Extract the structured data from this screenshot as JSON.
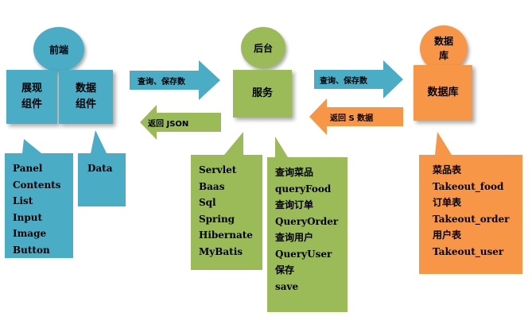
{
  "frontend": {
    "title": "前端",
    "view_component": "展现组件",
    "data_component": "数据组件",
    "view_items": [
      "Panel",
      "Contents",
      "List",
      "Input",
      "Image",
      "Button"
    ],
    "data_items": [
      "Data"
    ]
  },
  "backend": {
    "title": "后台",
    "service": "服务",
    "tech_items": [
      "Servlet",
      "Baas",
      "Sql",
      "Spring",
      "Hibernate",
      "MyBatis"
    ],
    "api_items": [
      "查询菜品",
      "queryFood",
      "查询订单",
      "QueryOrder",
      "查询用户",
      "QueryUser",
      "保存",
      "save"
    ]
  },
  "database": {
    "title": "数据库",
    "box": "数据库",
    "tables": [
      "菜品表",
      "Takeout_food",
      "订单表",
      "Takeout_order",
      "用户表",
      "Takeout_user"
    ]
  },
  "arrows": {
    "front_to_back": "查询、保存数",
    "back_to_front": "返回 JSON",
    "back_to_db": "查询、保存数",
    "db_to_back": "返回 S 数据"
  },
  "colors": {
    "blue": "#4bacc6",
    "green": "#9bbb59",
    "orange": "#f79646"
  }
}
